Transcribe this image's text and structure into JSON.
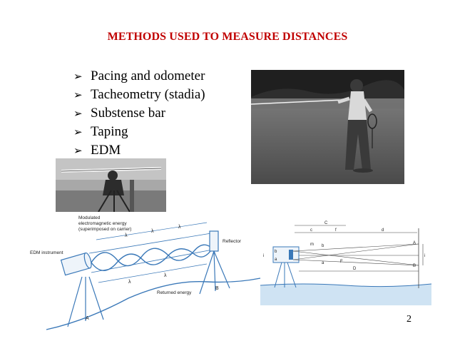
{
  "slide": {
    "title": "METHODS USED TO MEASURE DISTANCES",
    "page_number": "2",
    "bullets": [
      "Pacing and odometer",
      "Tacheometry (stadia)",
      "Substense bar",
      "Taping",
      "EDM"
    ],
    "colors": {
      "title": "#c00000",
      "water": "#cfe3f3"
    }
  },
  "edm_diagram": {
    "energy_label_1": "Modulated",
    "energy_label_2": "electromagnetic energy",
    "energy_label_3": "(superimposed on carrier)",
    "instrument_label": "EDM instrument",
    "reflector_label": "Reflector",
    "returned_label": "Returned energy",
    "point_a": "A",
    "point_b": "B",
    "lambda": "λ"
  },
  "stadia_diagram": {
    "label_c_top": "C",
    "label_c": "c",
    "label_f": "f",
    "label_d_small": "d",
    "label_m": "m",
    "label_b": "b",
    "label_a": "a",
    "label_F": "F",
    "label_D": "D",
    "label_A": "A",
    "label_B": "B",
    "label_i": "i"
  }
}
